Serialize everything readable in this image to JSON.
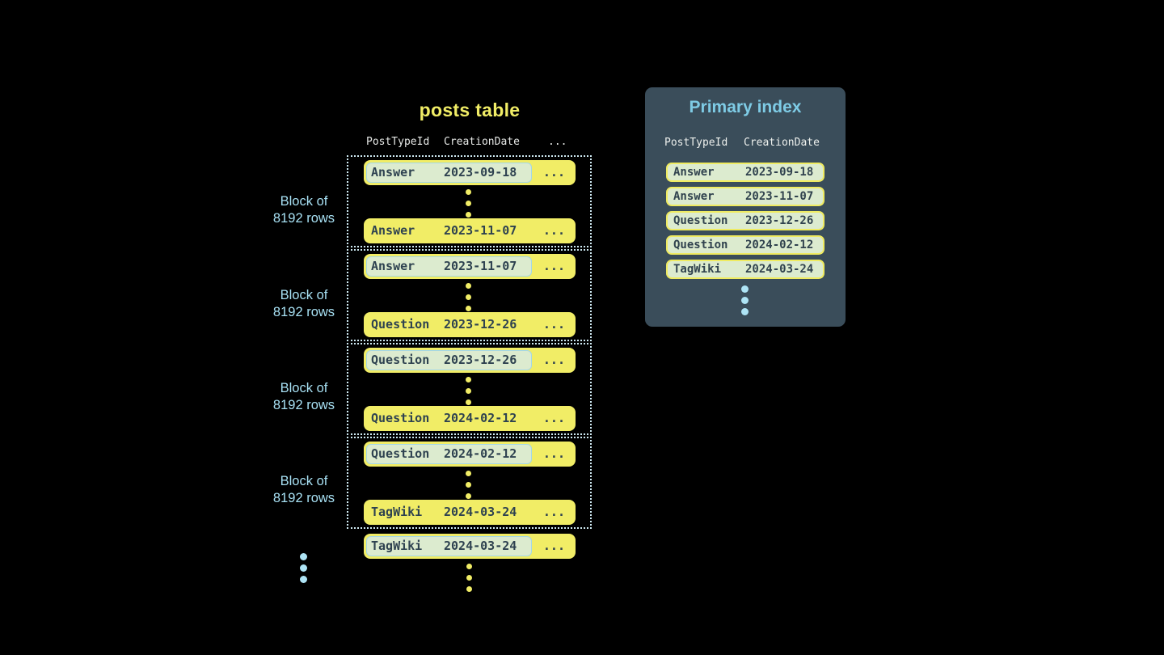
{
  "colors": {
    "background": "#000000",
    "accent_yellow": "#f1ed66",
    "row_text": "#2e4250",
    "highlight_bg": "#dcebcf",
    "highlight_border": "#a3d7e8",
    "block_border": "#cfeaf3",
    "label_blue": "#a7e0f3",
    "panel_bg": "#3a4d5a",
    "panel_title_blue": "#7ecbe5",
    "header_text": "#e6e8e6",
    "dot_blue": "#aee4f5"
  },
  "posts_table": {
    "title": "posts table",
    "headers": {
      "col1": "PostTypeId",
      "col2": "CreationDate",
      "col3": "..."
    },
    "block_label": {
      "line1": "Block of",
      "line2": "8192 rows"
    },
    "row_ellipsis": "...",
    "blocks": [
      {
        "first_type": "Answer",
        "first_date": "2023-09-18",
        "last_type": "Answer",
        "last_date": "2023-11-07"
      },
      {
        "first_type": "Answer",
        "first_date": "2023-11-07",
        "last_type": "Question",
        "last_date": "2023-12-26"
      },
      {
        "first_type": "Question",
        "first_date": "2023-12-26",
        "last_type": "Question",
        "last_date": "2024-02-12"
      },
      {
        "first_type": "Question",
        "first_date": "2024-02-12",
        "last_type": "TagWiki",
        "last_date": "2024-03-24"
      }
    ],
    "next_row": {
      "type": "TagWiki",
      "date": "2024-03-24"
    }
  },
  "primary_index": {
    "title": "Primary index",
    "headers": {
      "col1": "PostTypeId",
      "col2": "CreationDate"
    },
    "rows": [
      {
        "type": "Answer",
        "date": "2023-09-18"
      },
      {
        "type": "Answer",
        "date": "2023-11-07"
      },
      {
        "type": "Question",
        "date": "2023-12-26"
      },
      {
        "type": "Question",
        "date": "2024-02-12"
      },
      {
        "type": "TagWiki",
        "date": "2024-03-24"
      }
    ]
  }
}
